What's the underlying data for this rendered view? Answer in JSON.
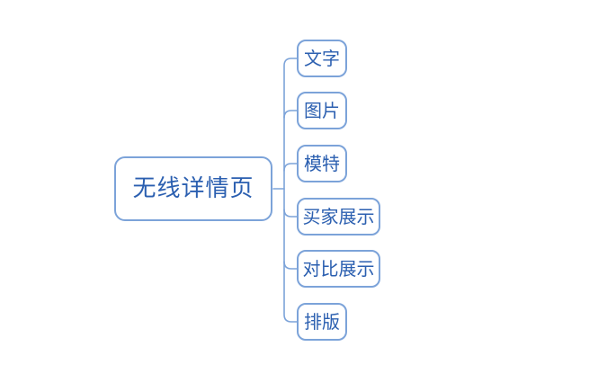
{
  "diagram": {
    "type": "mindmap",
    "root": {
      "label": "无线详情页"
    },
    "children": [
      {
        "label": "文字"
      },
      {
        "label": "图片"
      },
      {
        "label": "模特"
      },
      {
        "label": "买家展示"
      },
      {
        "label": "对比展示"
      },
      {
        "label": "排版"
      }
    ],
    "colors": {
      "border": "#7ca3d9",
      "text": "#2b5fb0",
      "connector": "#7ca3d9",
      "background": "#ffffff"
    }
  }
}
